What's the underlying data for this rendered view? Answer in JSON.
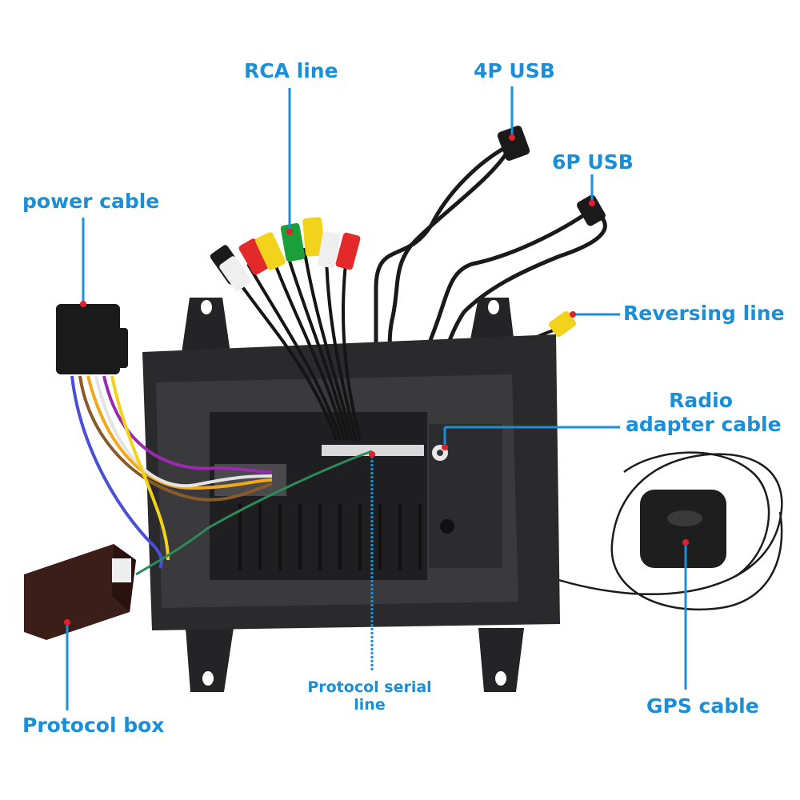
{
  "colors": {
    "callout_text": "#1a8fd8",
    "leader_line": "#1a8fd8",
    "anchor_dot": "#e0202a",
    "background": "#ffffff",
    "device_body": "#2a2a2c"
  },
  "labels": {
    "rca_line": "RCA line",
    "usb_4p": "4P USB",
    "usb_6p": "6P USB",
    "power_cable": "power cable",
    "reversing_line": "Reversing line",
    "radio_adapter_line1": "Radio",
    "radio_adapter_line2": "adapter cable",
    "protocol_serial_line1": "Protocol serial",
    "protocol_serial_line2": "line",
    "gps_cable": "GPS cable",
    "protocol_box": "Protocol box"
  }
}
